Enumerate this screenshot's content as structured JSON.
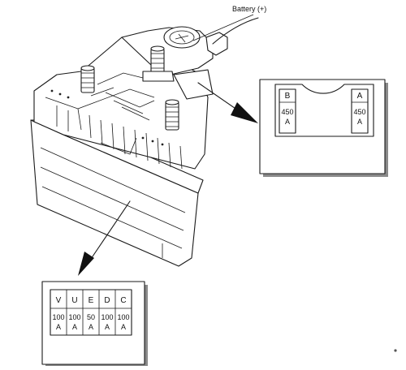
{
  "battery_label": "Battery (+)",
  "top_box": {
    "fuses": [
      {
        "letter": "B",
        "rating": "450",
        "unit": "A"
      },
      {
        "letter": "A",
        "rating": "450",
        "unit": "A"
      }
    ]
  },
  "bottom_box": {
    "fuses": [
      {
        "letter": "V",
        "rating": "100",
        "unit": "A"
      },
      {
        "letter": "U",
        "rating": "100",
        "unit": "A"
      },
      {
        "letter": "E",
        "rating": "50",
        "unit": "A"
      },
      {
        "letter": "D",
        "rating": "100",
        "unit": "A"
      },
      {
        "letter": "C",
        "rating": "100",
        "unit": "A"
      }
    ]
  }
}
